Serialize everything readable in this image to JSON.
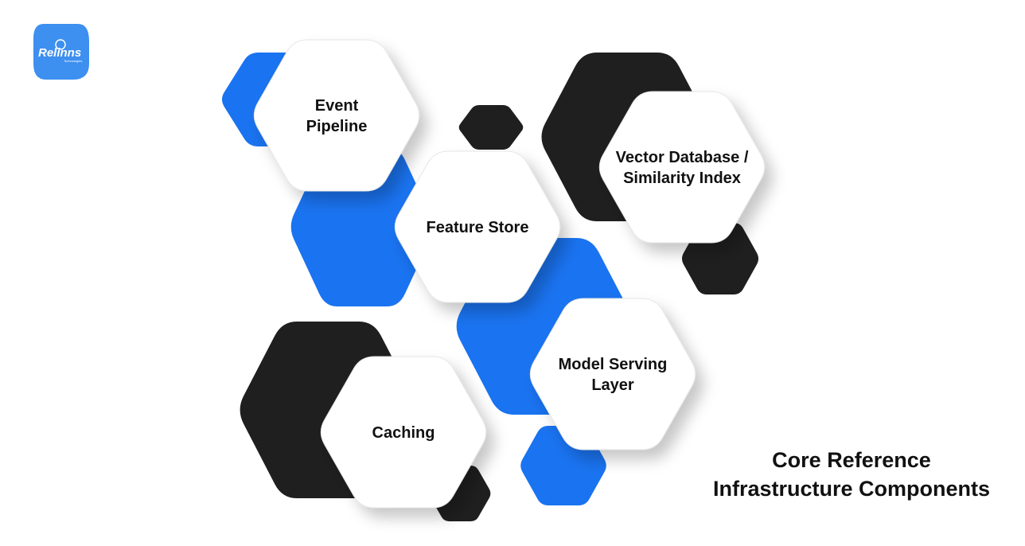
{
  "logo": {
    "text": "Relinns",
    "subtext": "Technologies",
    "color": "#3d8ff0"
  },
  "title": {
    "line1": "Core Reference",
    "line2": "Infrastructure Components"
  },
  "colors": {
    "blue": "#1a73f0",
    "black": "#1f1f1f",
    "white": "#ffffff",
    "text": "#111111"
  },
  "components": [
    {
      "id": "event-pipeline",
      "lines": [
        "Event",
        "Pipeline"
      ]
    },
    {
      "id": "feature-store",
      "lines": [
        "Feature Store"
      ]
    },
    {
      "id": "vector-database",
      "lines": [
        "Vector Database /",
        "Similarity Index"
      ]
    },
    {
      "id": "model-serving",
      "lines": [
        "Model Serving",
        "Layer"
      ]
    },
    {
      "id": "caching",
      "lines": [
        "Caching"
      ]
    }
  ]
}
